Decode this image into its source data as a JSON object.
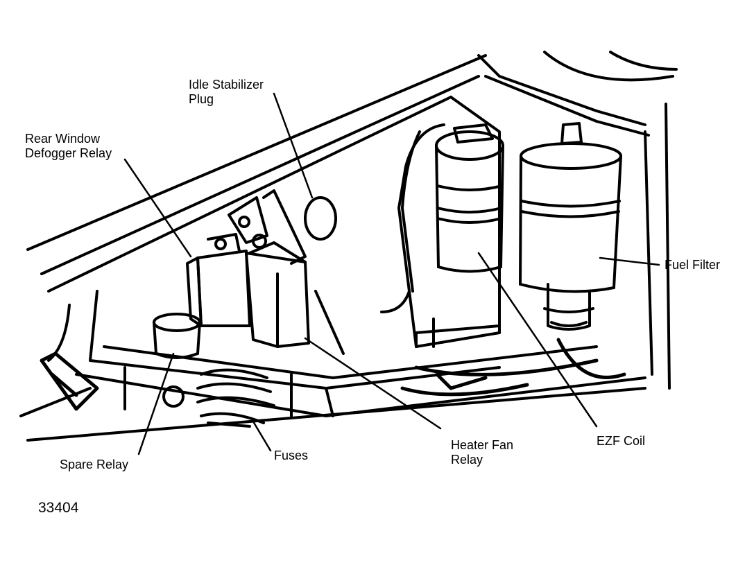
{
  "labels": {
    "idle_stabilizer_plug": "Idle Stabilizer\nPlug",
    "rear_window_defogger_relay": "Rear Window\nDefogger Relay",
    "fuel_filter": "Fuel Filter",
    "ezf_coil": "EZF Coil",
    "heater_fan_relay": "Heater Fan\nRelay",
    "fuses": "Fuses",
    "spare_relay": "Spare Relay"
  },
  "figure_id": "33404",
  "colors": {
    "ink": "#000000",
    "paper": "#ffffff"
  }
}
